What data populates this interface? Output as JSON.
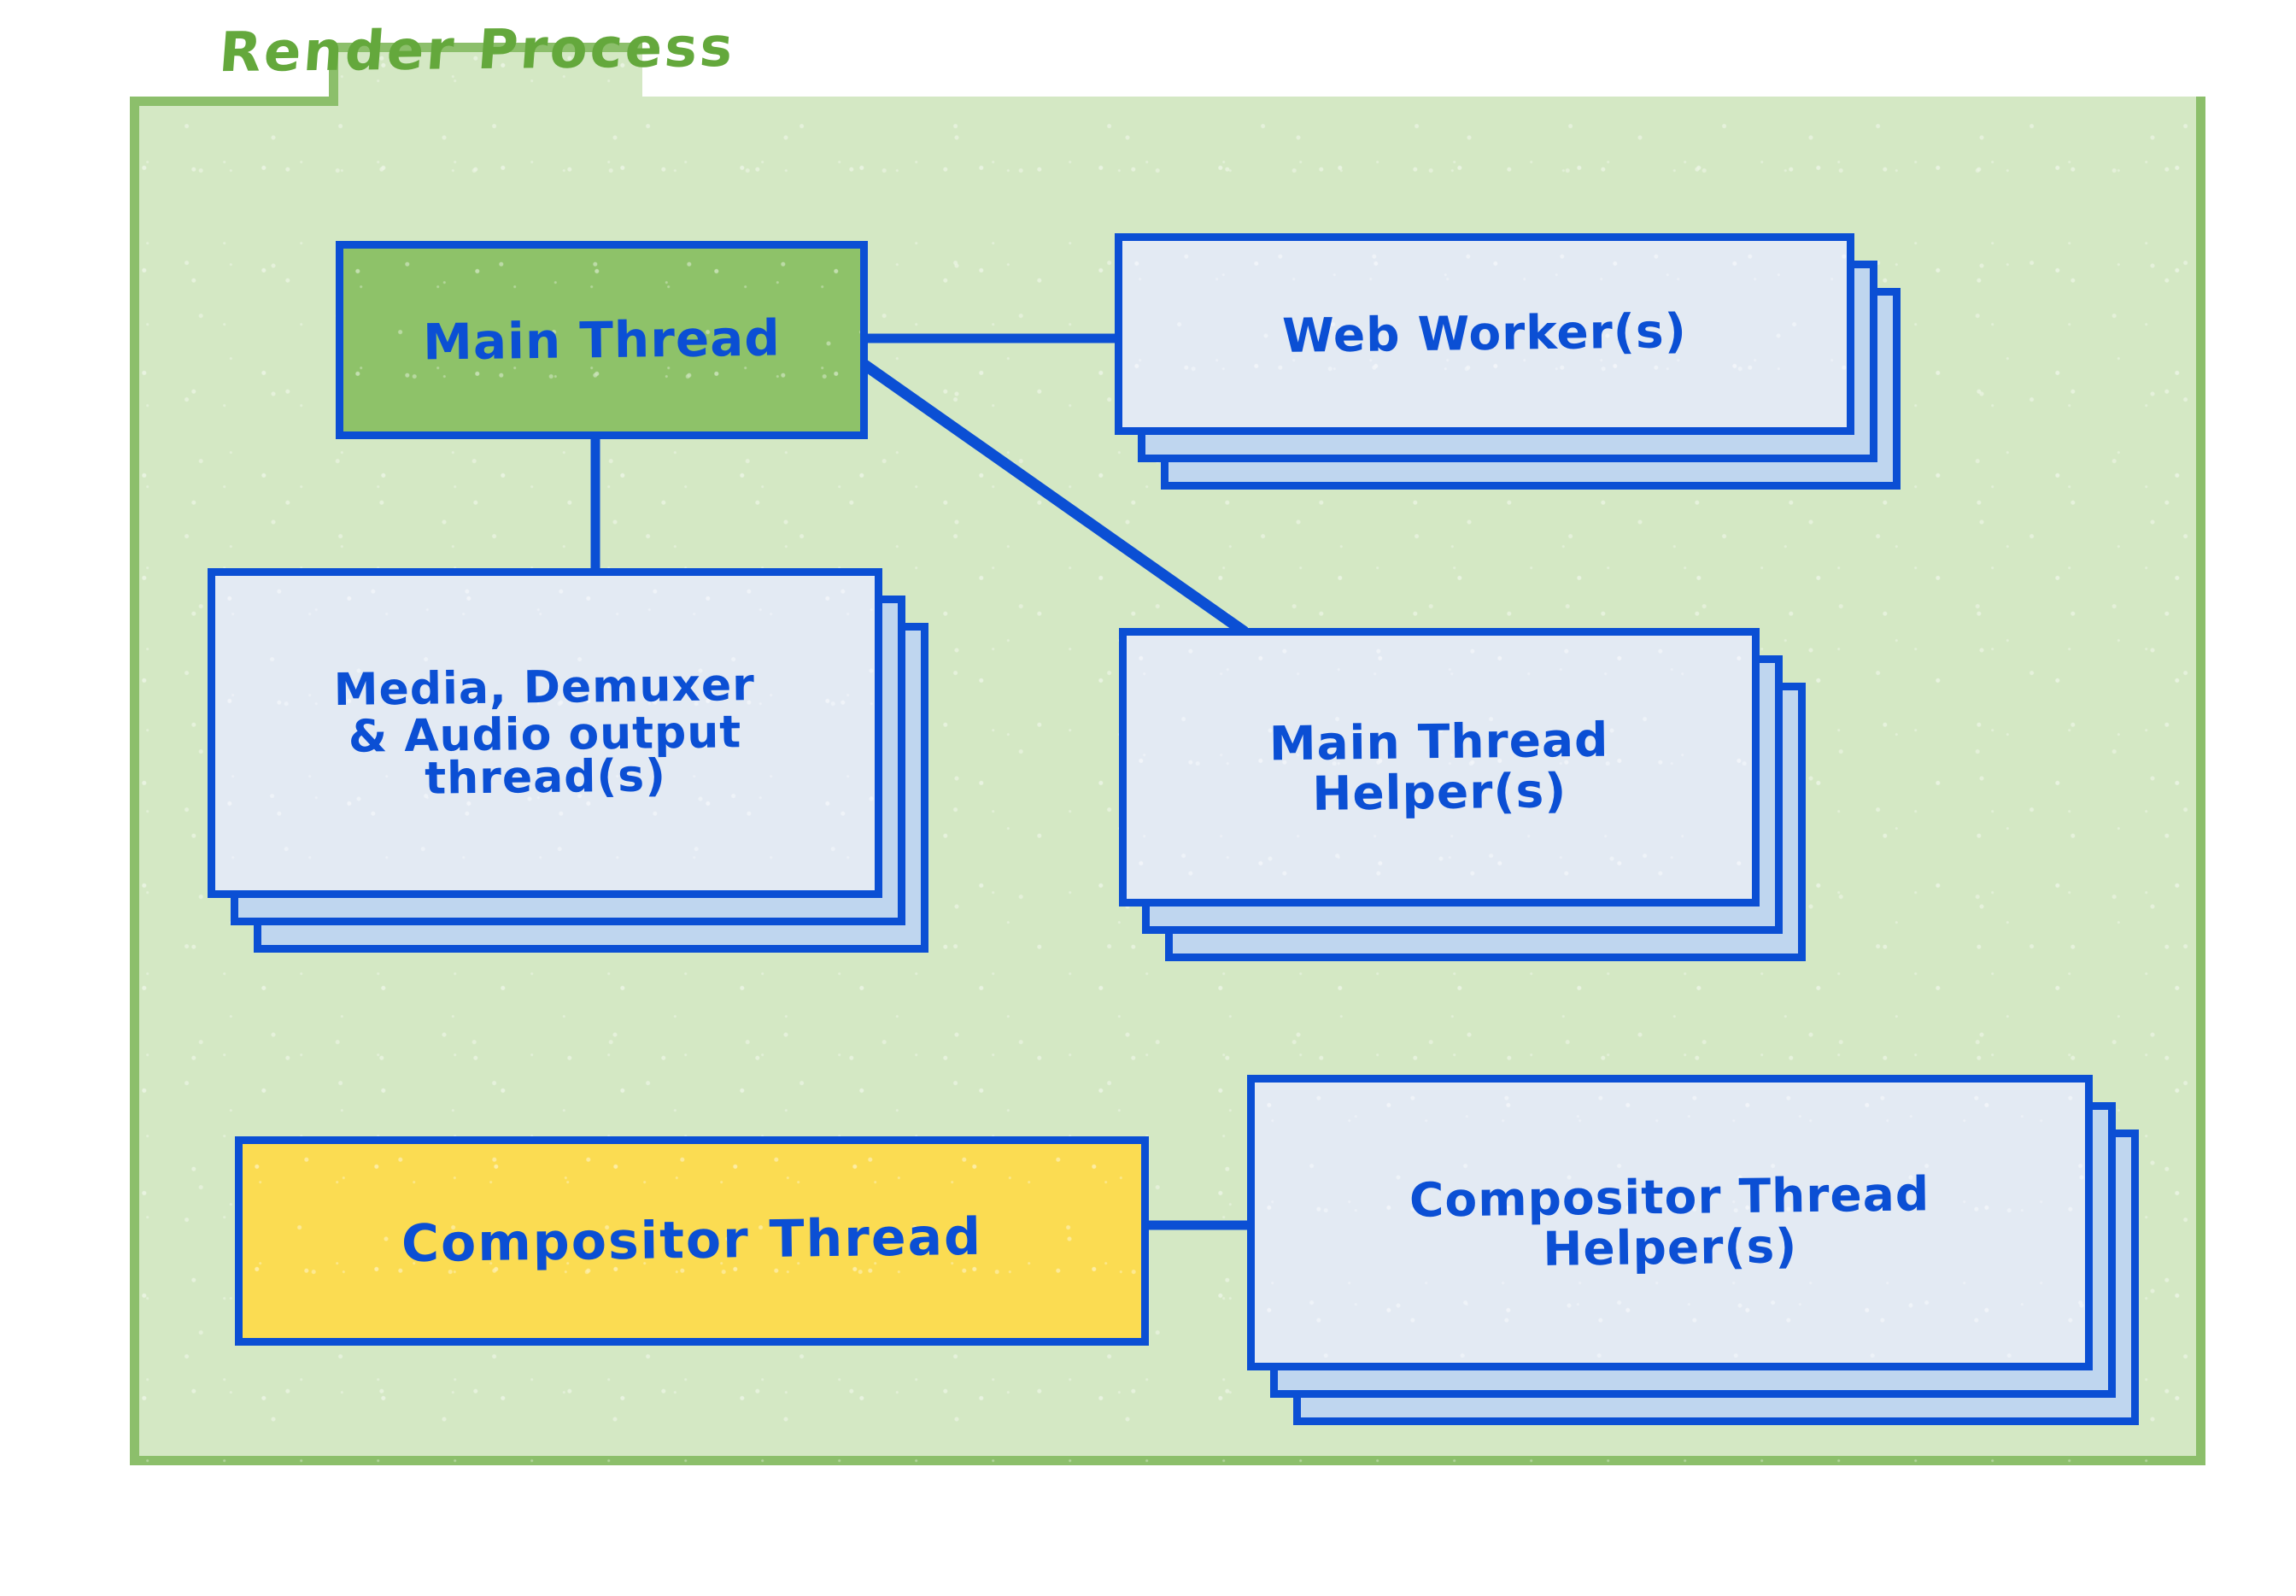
{
  "diagram": {
    "title": "Render Process",
    "title_color": "#64a83c",
    "panel_fill": "#d4e8c4",
    "panel_border": "#8cbf6b",
    "box_border": "#0b4fd4",
    "box_fill": "#e3eaf3",
    "stack_fill": "#bfd6ef",
    "nodes": [
      {
        "id": "main-thread",
        "label": "Main Thread",
        "lines": [
          "Main Thread"
        ],
        "fill": "#8ec269",
        "stacked": false,
        "highlight": "green"
      },
      {
        "id": "web-worker",
        "label": "Web Worker(s)",
        "lines": [
          "Web Worker(s)"
        ],
        "fill": "#e3eaf3",
        "stacked": true,
        "stack_count": 3
      },
      {
        "id": "media-threads",
        "label": "Media, Demuxer & Audio output thread(s)",
        "lines": [
          "Media, Demuxer",
          "& Audio output",
          "thread(s)"
        ],
        "fill": "#e3eaf3",
        "stacked": true,
        "stack_count": 3
      },
      {
        "id": "main-thread-helper",
        "label": "Main Thread Helper(s)",
        "lines": [
          "Main Thread",
          "Helper(s)"
        ],
        "fill": "#e3eaf3",
        "stacked": true,
        "stack_count": 3
      },
      {
        "id": "compositor-thread",
        "label": "Compositor Thread",
        "lines": [
          "Compositor Thread"
        ],
        "fill": "#fbdc52",
        "stacked": false,
        "highlight": "yellow"
      },
      {
        "id": "compositor-thread-helper",
        "label": "Compositor Thread Helper(s)",
        "lines": [
          "Compositor Thread",
          "Helper(s)"
        ],
        "fill": "#e3eaf3",
        "stacked": true,
        "stack_count": 3
      }
    ],
    "connections": [
      {
        "from": "main-thread",
        "to": "web-worker",
        "style": "horizontal"
      },
      {
        "from": "main-thread",
        "to": "main-thread-helper",
        "style": "diagonal"
      },
      {
        "from": "main-thread",
        "to": "media-threads",
        "style": "vertical"
      },
      {
        "from": "compositor-thread",
        "to": "compositor-thread-helper",
        "style": "horizontal"
      }
    ]
  }
}
